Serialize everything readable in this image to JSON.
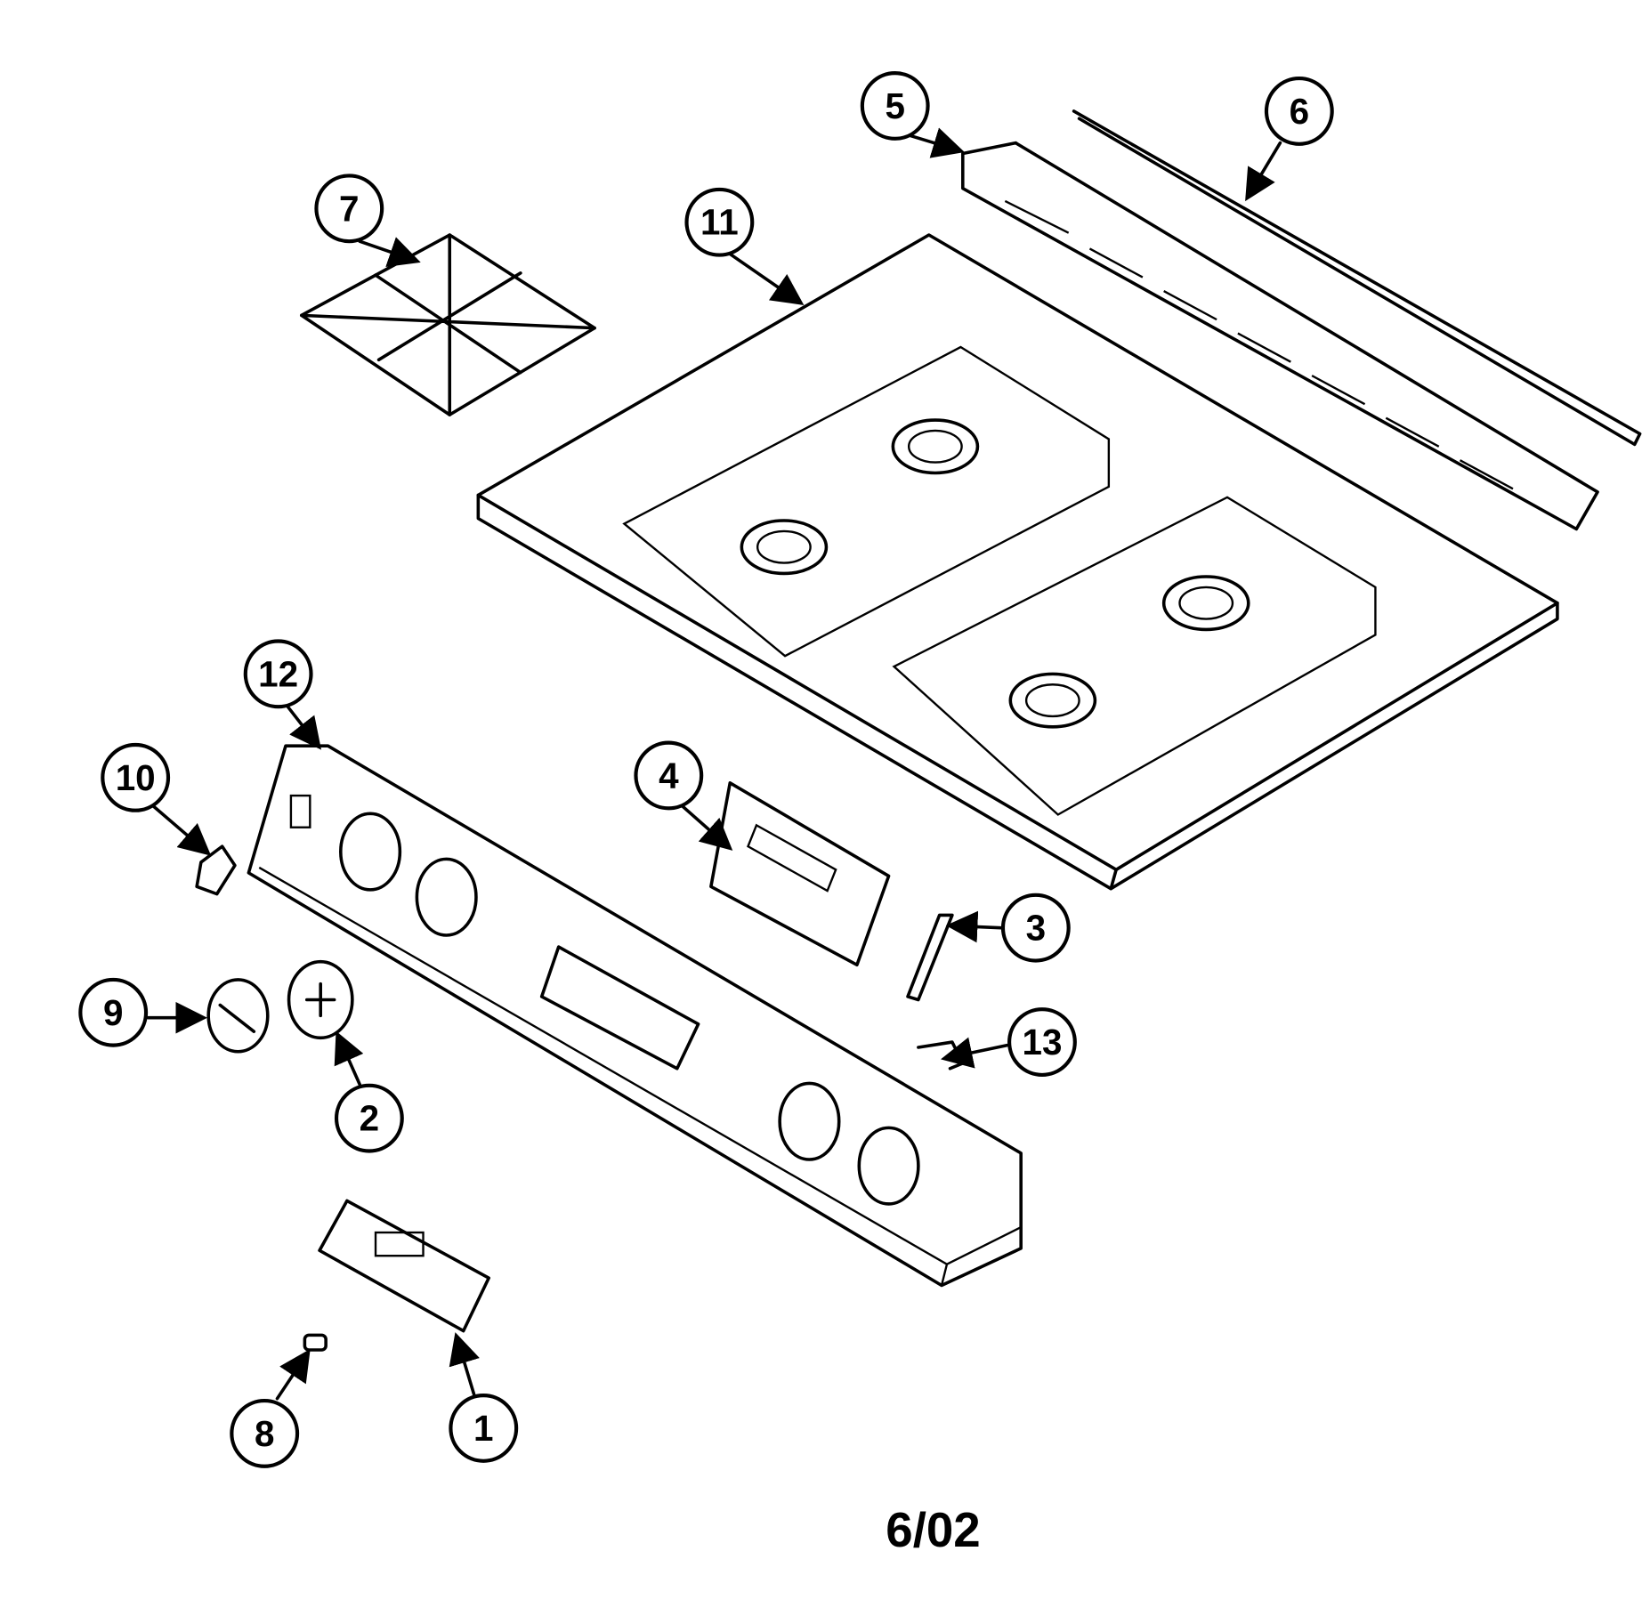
{
  "diagram": {
    "callouts": [
      "1",
      "2",
      "3",
      "4",
      "5",
      "6",
      "7",
      "8",
      "9",
      "10",
      "11",
      "12",
      "13"
    ],
    "date_code": "6/02"
  }
}
